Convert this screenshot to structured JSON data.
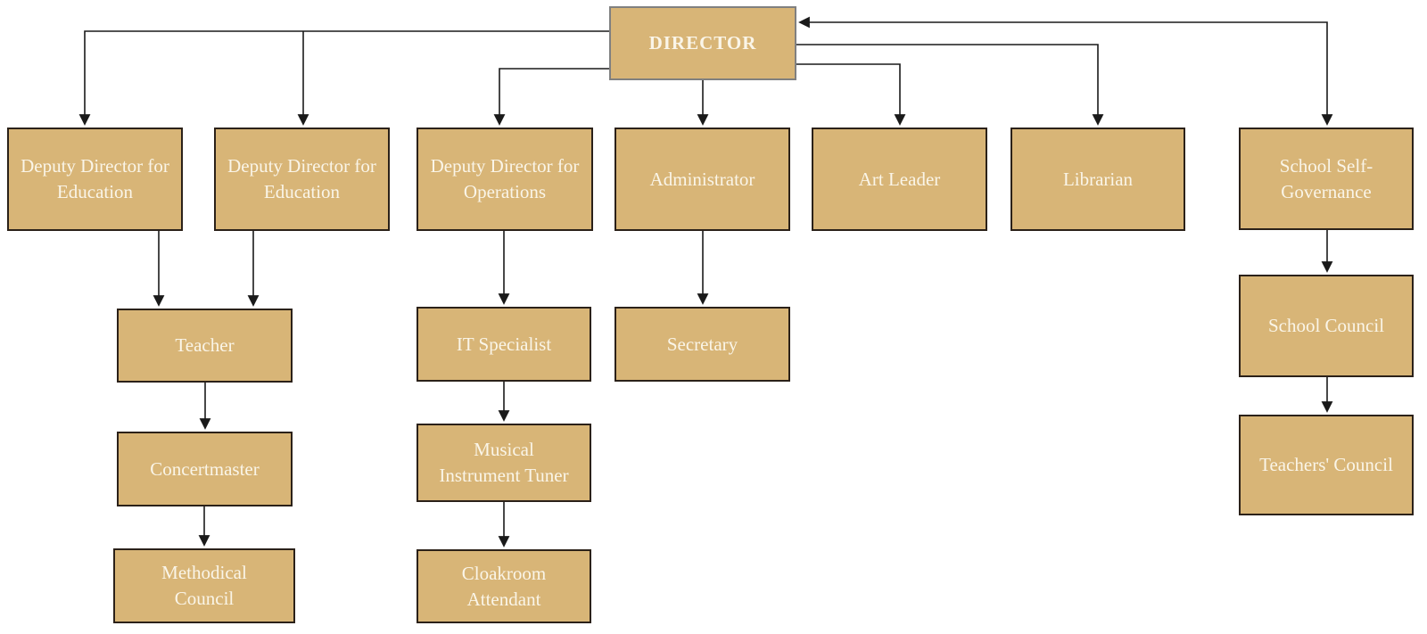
{
  "diagram": {
    "type": "org-chart",
    "colors": {
      "box_fill": "#D8B577",
      "box_border": "#2B2119",
      "director_border": "#808080",
      "line": "#1A1A1A",
      "label_text": "#FAF5E8",
      "background": "#FFFFFF"
    },
    "nodes": {
      "director": {
        "label": "DIRECTOR"
      },
      "dd_education_1": {
        "label": "Deputy Director for Education"
      },
      "dd_education_2": {
        "label": "Deputy Director for Education"
      },
      "dd_operations": {
        "label": "Deputy Director for Operations"
      },
      "administrator": {
        "label": "Administrator"
      },
      "art_leader": {
        "label": "Art Leader"
      },
      "librarian": {
        "label": "Librarian"
      },
      "school_self_governance": {
        "label": "School Self-Governance"
      },
      "teacher": {
        "label": "Teacher"
      },
      "it_specialist": {
        "label": "IT Specialist"
      },
      "secretary": {
        "label": "Secretary"
      },
      "school_council": {
        "label": "School Council"
      },
      "concertmaster": {
        "label": "Concertmaster"
      },
      "musical_instrument_tuner": {
        "label": "Musical Instrument Tuner"
      },
      "teachers_council": {
        "label": "Teachers' Council"
      },
      "methodical_council": {
        "label": "Methodical Council"
      },
      "cloakroom_attendant": {
        "label": "Cloakroom Attendant"
      }
    },
    "edges": [
      {
        "from": "director",
        "to": "dd_education_1",
        "direction": "forward"
      },
      {
        "from": "director",
        "to": "dd_education_2",
        "direction": "forward"
      },
      {
        "from": "director",
        "to": "dd_operations",
        "direction": "forward"
      },
      {
        "from": "director",
        "to": "administrator",
        "direction": "forward"
      },
      {
        "from": "director",
        "to": "art_leader",
        "direction": "forward"
      },
      {
        "from": "director",
        "to": "librarian",
        "direction": "forward"
      },
      {
        "from": "school_self_governance",
        "to": "director",
        "direction": "both"
      },
      {
        "from": "dd_education_1",
        "to": "teacher",
        "direction": "forward"
      },
      {
        "from": "dd_education_2",
        "to": "teacher",
        "direction": "forward"
      },
      {
        "from": "teacher",
        "to": "concertmaster",
        "direction": "forward"
      },
      {
        "from": "concertmaster",
        "to": "methodical_council",
        "direction": "forward"
      },
      {
        "from": "dd_operations",
        "to": "it_specialist",
        "direction": "forward"
      },
      {
        "from": "it_specialist",
        "to": "musical_instrument_tuner",
        "direction": "forward"
      },
      {
        "from": "musical_instrument_tuner",
        "to": "cloakroom_attendant",
        "direction": "forward"
      },
      {
        "from": "administrator",
        "to": "secretary",
        "direction": "forward"
      },
      {
        "from": "school_self_governance",
        "to": "school_council",
        "direction": "forward"
      },
      {
        "from": "school_council",
        "to": "teachers_council",
        "direction": "forward"
      }
    ]
  }
}
